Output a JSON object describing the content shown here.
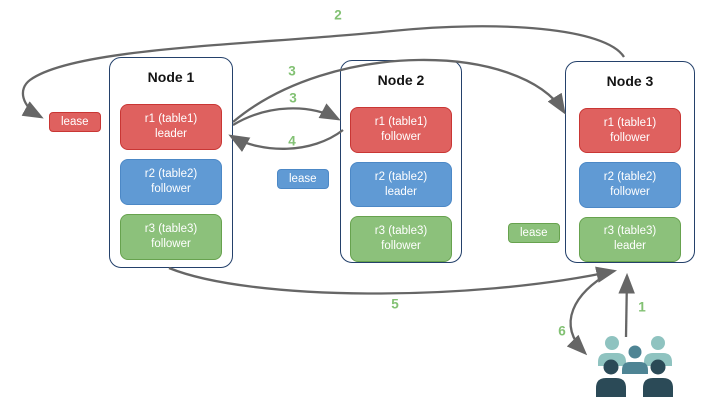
{
  "diagram": {
    "nodes": [
      {
        "title": "Node 1",
        "replicas": [
          {
            "name": "r1 (table1)",
            "role": "leader"
          },
          {
            "name": "r2 (table2)",
            "role": "follower"
          },
          {
            "name": "r3 (table3)",
            "role": "follower"
          }
        ]
      },
      {
        "title": "Node 2",
        "replicas": [
          {
            "name": "r1 (table1)",
            "role": "follower"
          },
          {
            "name": "r2 (table2)",
            "role": "leader"
          },
          {
            "name": "r3 (table3)",
            "role": "follower"
          }
        ]
      },
      {
        "title": "Node 3",
        "replicas": [
          {
            "name": "r1 (table1)",
            "role": "follower"
          },
          {
            "name": "r2 (table2)",
            "role": "follower"
          },
          {
            "name": "r3 (table3)",
            "role": "leader"
          }
        ]
      }
    ],
    "leases": {
      "table1": "lease",
      "table2": "lease",
      "table3": "lease"
    },
    "steps": {
      "s1": "1",
      "s2": "2",
      "s3a": "3",
      "s3b": "3",
      "s4": "4",
      "s5": "5",
      "s6": "6"
    },
    "arrows": [
      {
        "label": "1",
        "from": "clients",
        "to": "node3"
      },
      {
        "label": "2",
        "from": "node3",
        "to": "lease-table1"
      },
      {
        "label": "3",
        "from": "node1-r1-leader",
        "to": "node3-r1-follower"
      },
      {
        "label": "3",
        "from": "node1-r1-leader",
        "to": "node2-r1-follower"
      },
      {
        "label": "4",
        "from": "node2-r1-follower",
        "to": "node1-r1-leader"
      },
      {
        "label": "5",
        "from": "node1",
        "to": "node3"
      },
      {
        "label": "6",
        "from": "node3",
        "to": "clients"
      }
    ],
    "colors": {
      "red_fill": "#DF615F",
      "red_border": "#C93634",
      "blue_fill": "#609AD4",
      "blue_border": "#4C88C6",
      "green_fill": "#8CC17B",
      "green_border": "#67A24E",
      "node_border": "#24416B",
      "arrow": "#666666",
      "step_label": "#82C173",
      "users_light": "#8FC3C0",
      "users_mid": "#4E8494",
      "users_dark": "#2B4A57"
    }
  }
}
